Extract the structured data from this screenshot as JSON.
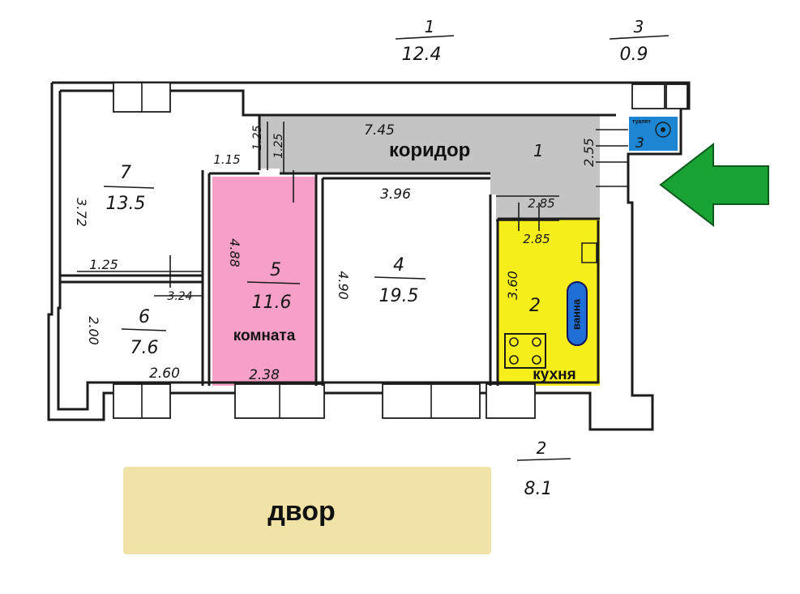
{
  "rooms": [
    {
      "id": "1",
      "number": "1",
      "area": "12.4",
      "label": "коридор",
      "color": "#c4c4c4"
    },
    {
      "id": "2",
      "number": "2",
      "area": "8.1",
      "label": "кухня",
      "color": "#f5ee1a"
    },
    {
      "id": "3",
      "number": "3",
      "area": "0.9",
      "label": "туалет",
      "color": "#1c86d4"
    },
    {
      "id": "4",
      "number": "4",
      "area": "19.5",
      "label": ""
    },
    {
      "id": "5",
      "number": "5",
      "area": "11.6",
      "label": "комната",
      "color": "#f6a0c7"
    },
    {
      "id": "6",
      "number": "6",
      "area": "7.6",
      "label": ""
    },
    {
      "id": "7",
      "number": "7",
      "area": "13.5",
      "label": ""
    }
  ],
  "dimensions": {
    "d_745": "7.45",
    "d_255": "2.55",
    "d_396": "3.96",
    "d_285a": "2.85",
    "d_285b": "2.85",
    "d_372": "3.72",
    "d_125": "1.25",
    "d_324": "3.24",
    "d_488": "4.88",
    "d_490": "4.90",
    "d_360": "3.60",
    "d_200": "2.00",
    "d_260": "2.60",
    "d_238": "2.38",
    "d_115": "1.15",
    "d_125b": "1.25",
    "d_125c": "1.25"
  },
  "labels": {
    "bath": "ванна",
    "courtyard": "двор"
  },
  "arrow": {
    "color": "#1aa335",
    "direction": "left"
  }
}
